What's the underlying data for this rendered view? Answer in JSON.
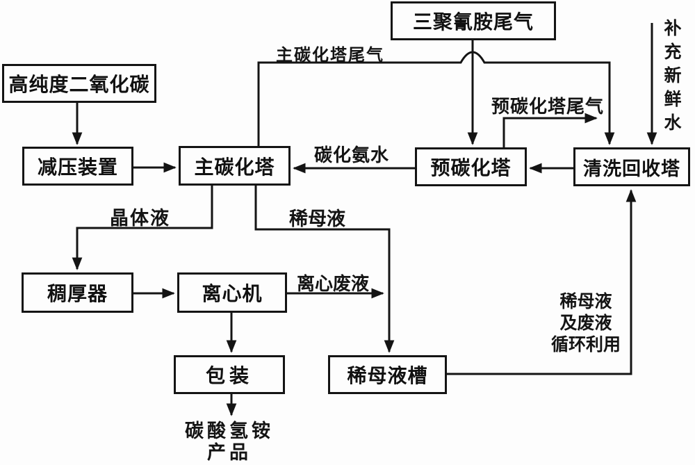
{
  "diagram": {
    "type": "process-flowchart",
    "product": "碳酸氢铵",
    "nodes": {
      "gas_source": {
        "label": "高纯度二氧化碳"
      },
      "decompress": {
        "label": "减压装置"
      },
      "main_tower": {
        "label": "主碳化塔"
      },
      "melamine": {
        "label": "三聚氰胺尾气"
      },
      "pre_tower": {
        "label": "预碳化塔"
      },
      "wash_tower": {
        "label": "清洗回收塔"
      },
      "thickener": {
        "label": "稠厚器"
      },
      "centrifuge": {
        "label": "离心机"
      },
      "packing": {
        "label": "包装"
      },
      "mother_tank": {
        "label": "稀母液槽"
      }
    },
    "labels": {
      "main_tail_gas": {
        "text": "主碳化塔尾气"
      },
      "pre_tail_gas": {
        "text": "预碳化塔尾气"
      },
      "carbonized_ammonia": {
        "text": "碳化氨水"
      },
      "crystal_liquid": {
        "text": "晶体液"
      },
      "dilute_mother": {
        "text": "稀母液"
      },
      "centrifuge_waste": {
        "text": "离心废液"
      },
      "recycle_note": {
        "text": "稀母液\n及废液\n循环利用"
      },
      "fresh_water": {
        "text": "补充新鲜水"
      },
      "final_product": {
        "text": "碳酸氢铵\n产品"
      }
    },
    "edges": [
      {
        "from": "高纯度二氧化碳",
        "to": "减压装置",
        "label": ""
      },
      {
        "from": "减压装置",
        "to": "主碳化塔",
        "label": ""
      },
      {
        "from": "三聚氰胺尾气",
        "to": "预碳化塔",
        "label": ""
      },
      {
        "from": "预碳化塔",
        "to": "主碳化塔",
        "label": "碳化氨水"
      },
      {
        "from": "清洗回收塔",
        "to": "预碳化塔",
        "label": ""
      },
      {
        "from": "主碳化塔",
        "to": "清洗回收塔",
        "label": "主碳化塔尾气"
      },
      {
        "from": "预碳化塔",
        "to": "清洗回收塔",
        "label": "预碳化塔尾气"
      },
      {
        "from": "补充新鲜水",
        "to": "清洗回收塔",
        "label": ""
      },
      {
        "from": "主碳化塔",
        "to": "稠厚器",
        "label": "晶体液"
      },
      {
        "from": "主碳化塔",
        "to": "稀母液槽",
        "label": "稀母液"
      },
      {
        "from": "稠厚器",
        "to": "离心机",
        "label": ""
      },
      {
        "from": "离心机",
        "to": "稀母液槽",
        "label": "离心废液"
      },
      {
        "from": "离心机",
        "to": "包装",
        "label": ""
      },
      {
        "from": "包装",
        "to": "碳酸氢铵产品",
        "label": ""
      },
      {
        "from": "稀母液槽",
        "to": "清洗回收塔",
        "label": "稀母液及废液循环利用"
      }
    ],
    "colors": {
      "line": "#141414",
      "background": "#fdfdfd",
      "text": "#111111"
    }
  }
}
